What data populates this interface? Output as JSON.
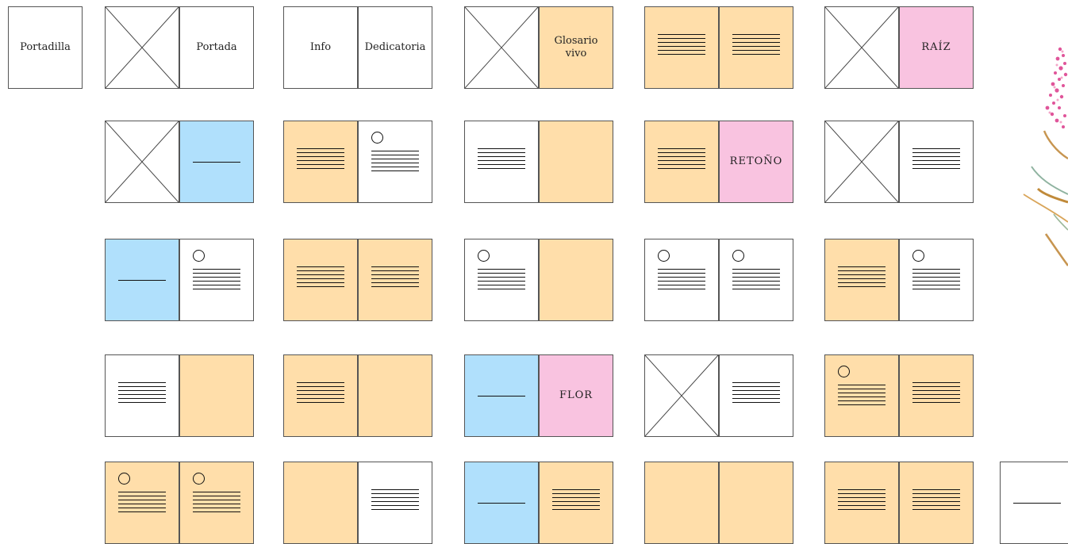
{
  "colors": {
    "orange": "#ffdeaa",
    "pink": "#f9c3e0",
    "blue": "#b0e0fc",
    "white": "#ffffff",
    "border": "#555555"
  },
  "labels": {
    "portadilla": "Portadilla",
    "portada": "Portada",
    "info": "Info",
    "dedicatoria": "Dedicatoria",
    "glosario": "Glosario\nvivo",
    "raiz": "RAÍZ",
    "retono": "RETOÑO",
    "flor": "FLOR"
  },
  "legend_note": "",
  "decorations": [
    "flowering-plant-illustration"
  ],
  "spreads": [
    {
      "row": 0,
      "col": -1,
      "pages": [
        {
          "fill": "white",
          "content": "label",
          "label": "portadilla"
        }
      ]
    },
    {
      "row": 0,
      "col": 0,
      "pages": [
        {
          "fill": "white",
          "content": "x"
        },
        {
          "fill": "white",
          "content": "label",
          "label": "portada"
        }
      ]
    },
    {
      "row": 0,
      "col": 1,
      "pages": [
        {
          "fill": "white",
          "content": "label",
          "label": "info"
        },
        {
          "fill": "white",
          "content": "label",
          "label": "dedicatoria"
        }
      ]
    },
    {
      "row": 0,
      "col": 2,
      "pages": [
        {
          "fill": "white",
          "content": "x"
        },
        {
          "fill": "orange",
          "content": "label",
          "label": "glosario"
        }
      ]
    },
    {
      "row": 0,
      "col": 3,
      "pages": [
        {
          "fill": "orange",
          "content": "text"
        },
        {
          "fill": "orange",
          "content": "text"
        }
      ]
    },
    {
      "row": 0,
      "col": 4,
      "pages": [
        {
          "fill": "white",
          "content": "x"
        },
        {
          "fill": "pink",
          "content": "label",
          "label": "raiz"
        }
      ]
    },
    {
      "row": 1,
      "col": 0,
      "pages": [
        {
          "fill": "white",
          "content": "x"
        },
        {
          "fill": "blue",
          "content": "line"
        }
      ]
    },
    {
      "row": 1,
      "col": 1,
      "pages": [
        {
          "fill": "orange",
          "content": "text"
        },
        {
          "fill": "white",
          "content": "circle-text"
        }
      ]
    },
    {
      "row": 1,
      "col": 2,
      "pages": [
        {
          "fill": "white",
          "content": "text"
        },
        {
          "fill": "orange",
          "content": "none"
        }
      ]
    },
    {
      "row": 1,
      "col": 3,
      "pages": [
        {
          "fill": "orange",
          "content": "text"
        },
        {
          "fill": "pink",
          "content": "label",
          "label": "retono"
        }
      ]
    },
    {
      "row": 1,
      "col": 4,
      "pages": [
        {
          "fill": "white",
          "content": "x"
        },
        {
          "fill": "white",
          "content": "text"
        }
      ]
    },
    {
      "row": 2,
      "col": 0,
      "pages": [
        {
          "fill": "blue",
          "content": "line"
        },
        {
          "fill": "white",
          "content": "circle-text"
        }
      ]
    },
    {
      "row": 2,
      "col": 1,
      "pages": [
        {
          "fill": "orange",
          "content": "text"
        },
        {
          "fill": "orange",
          "content": "text"
        }
      ]
    },
    {
      "row": 2,
      "col": 2,
      "pages": [
        {
          "fill": "white",
          "content": "circle-text"
        },
        {
          "fill": "orange",
          "content": "none"
        }
      ]
    },
    {
      "row": 2,
      "col": 3,
      "pages": [
        {
          "fill": "white",
          "content": "circle-text"
        },
        {
          "fill": "white",
          "content": "circle-text"
        }
      ]
    },
    {
      "row": 2,
      "col": 4,
      "pages": [
        {
          "fill": "orange",
          "content": "text"
        },
        {
          "fill": "white",
          "content": "circle-text"
        }
      ]
    },
    {
      "row": 3,
      "col": 0,
      "pages": [
        {
          "fill": "white",
          "content": "text"
        },
        {
          "fill": "orange",
          "content": "none"
        }
      ]
    },
    {
      "row": 3,
      "col": 1,
      "pages": [
        {
          "fill": "orange",
          "content": "text"
        },
        {
          "fill": "orange",
          "content": "none"
        }
      ]
    },
    {
      "row": 3,
      "col": 2,
      "pages": [
        {
          "fill": "blue",
          "content": "line"
        },
        {
          "fill": "pink",
          "content": "label",
          "label": "flor"
        }
      ]
    },
    {
      "row": 3,
      "col": 3,
      "pages": [
        {
          "fill": "white",
          "content": "x"
        },
        {
          "fill": "white",
          "content": "text"
        }
      ]
    },
    {
      "row": 3,
      "col": 4,
      "pages": [
        {
          "fill": "orange",
          "content": "circle-text"
        },
        {
          "fill": "orange",
          "content": "text"
        }
      ]
    },
    {
      "row": 4,
      "col": 0,
      "pages": [
        {
          "fill": "orange",
          "content": "circle-text"
        },
        {
          "fill": "orange",
          "content": "circle-text"
        }
      ]
    },
    {
      "row": 4,
      "col": 1,
      "pages": [
        {
          "fill": "orange",
          "content": "none"
        },
        {
          "fill": "white",
          "content": "text"
        }
      ]
    },
    {
      "row": 4,
      "col": 2,
      "pages": [
        {
          "fill": "blue",
          "content": "line"
        },
        {
          "fill": "orange",
          "content": "text"
        }
      ]
    },
    {
      "row": 4,
      "col": 3,
      "pages": [
        {
          "fill": "orange",
          "content": "none"
        },
        {
          "fill": "orange",
          "content": "none"
        }
      ]
    },
    {
      "row": 4,
      "col": 4,
      "pages": [
        {
          "fill": "orange",
          "content": "text"
        },
        {
          "fill": "orange",
          "content": "text"
        }
      ]
    },
    {
      "row": 4,
      "col": 5,
      "pages": [
        {
          "fill": "white",
          "content": "line"
        }
      ]
    }
  ]
}
